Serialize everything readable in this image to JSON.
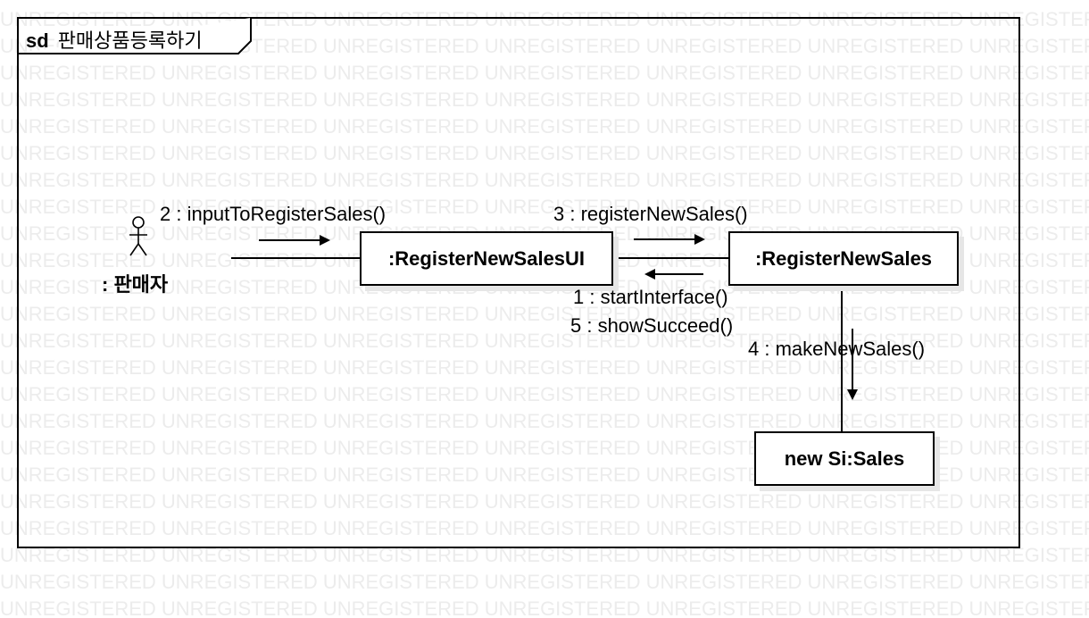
{
  "watermark": {
    "text": "UNREGISTERED"
  },
  "frame": {
    "keyword": "sd",
    "name": "판매상품등록하기"
  },
  "actor": {
    "label": ": 판매자"
  },
  "objects": {
    "ui": ":RegisterNewSalesUI",
    "controller": ":RegisterNewSales",
    "sales": "new Si:Sales"
  },
  "messages": {
    "m2": "2 : inputToRegisterSales()",
    "m3": "3 : registerNewSales()",
    "m1": "1 : startInterface()",
    "m5": "5 : showSucceed()",
    "m4": "4 : makeNewSales()"
  }
}
